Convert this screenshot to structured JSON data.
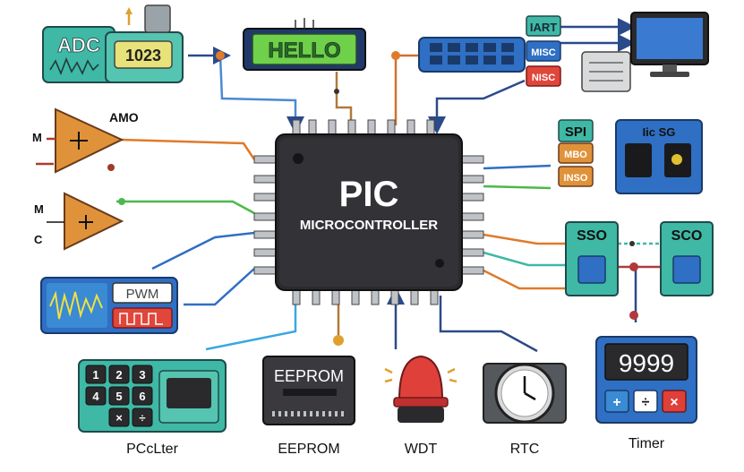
{
  "mcu": {
    "title": "PIC",
    "subtitle": "MICROCONTROLLER"
  },
  "adc": {
    "label": "ADC",
    "value": "1023"
  },
  "lcd": {
    "text": "HELLO"
  },
  "comm": {
    "uart": "IART",
    "misc1": "MISC",
    "misc2": "NISC"
  },
  "amp1": {
    "label": "AMO",
    "in_label": "M"
  },
  "amp2": {
    "in_label_1": "M",
    "in_label_2": "C"
  },
  "spi": {
    "label": "SPI",
    "mosi": "MBO",
    "miso": "INSO",
    "board": "Iic SG"
  },
  "ssp": {
    "left": "SSO",
    "right": "SCO"
  },
  "pwm": {
    "label": "PWM"
  },
  "keypad": {
    "keys": [
      "1",
      "2",
      "3",
      "4",
      "5",
      "6",
      "×",
      "÷"
    ],
    "caption": "PCcLter"
  },
  "eeprom": {
    "label": "EEPROM",
    "caption": "EEPROM"
  },
  "wdt": {
    "caption": "WDT"
  },
  "rtc": {
    "caption": "RTC"
  },
  "timer": {
    "display": "9999",
    "buttons": [
      "+",
      "÷",
      "×"
    ],
    "caption": "Timer"
  },
  "colors": {
    "teal": "#3fb8a6",
    "blue": "#2f6fc4",
    "chip": "#2a2a2d",
    "orange": "#e07a2a",
    "green": "#4cb84a"
  }
}
